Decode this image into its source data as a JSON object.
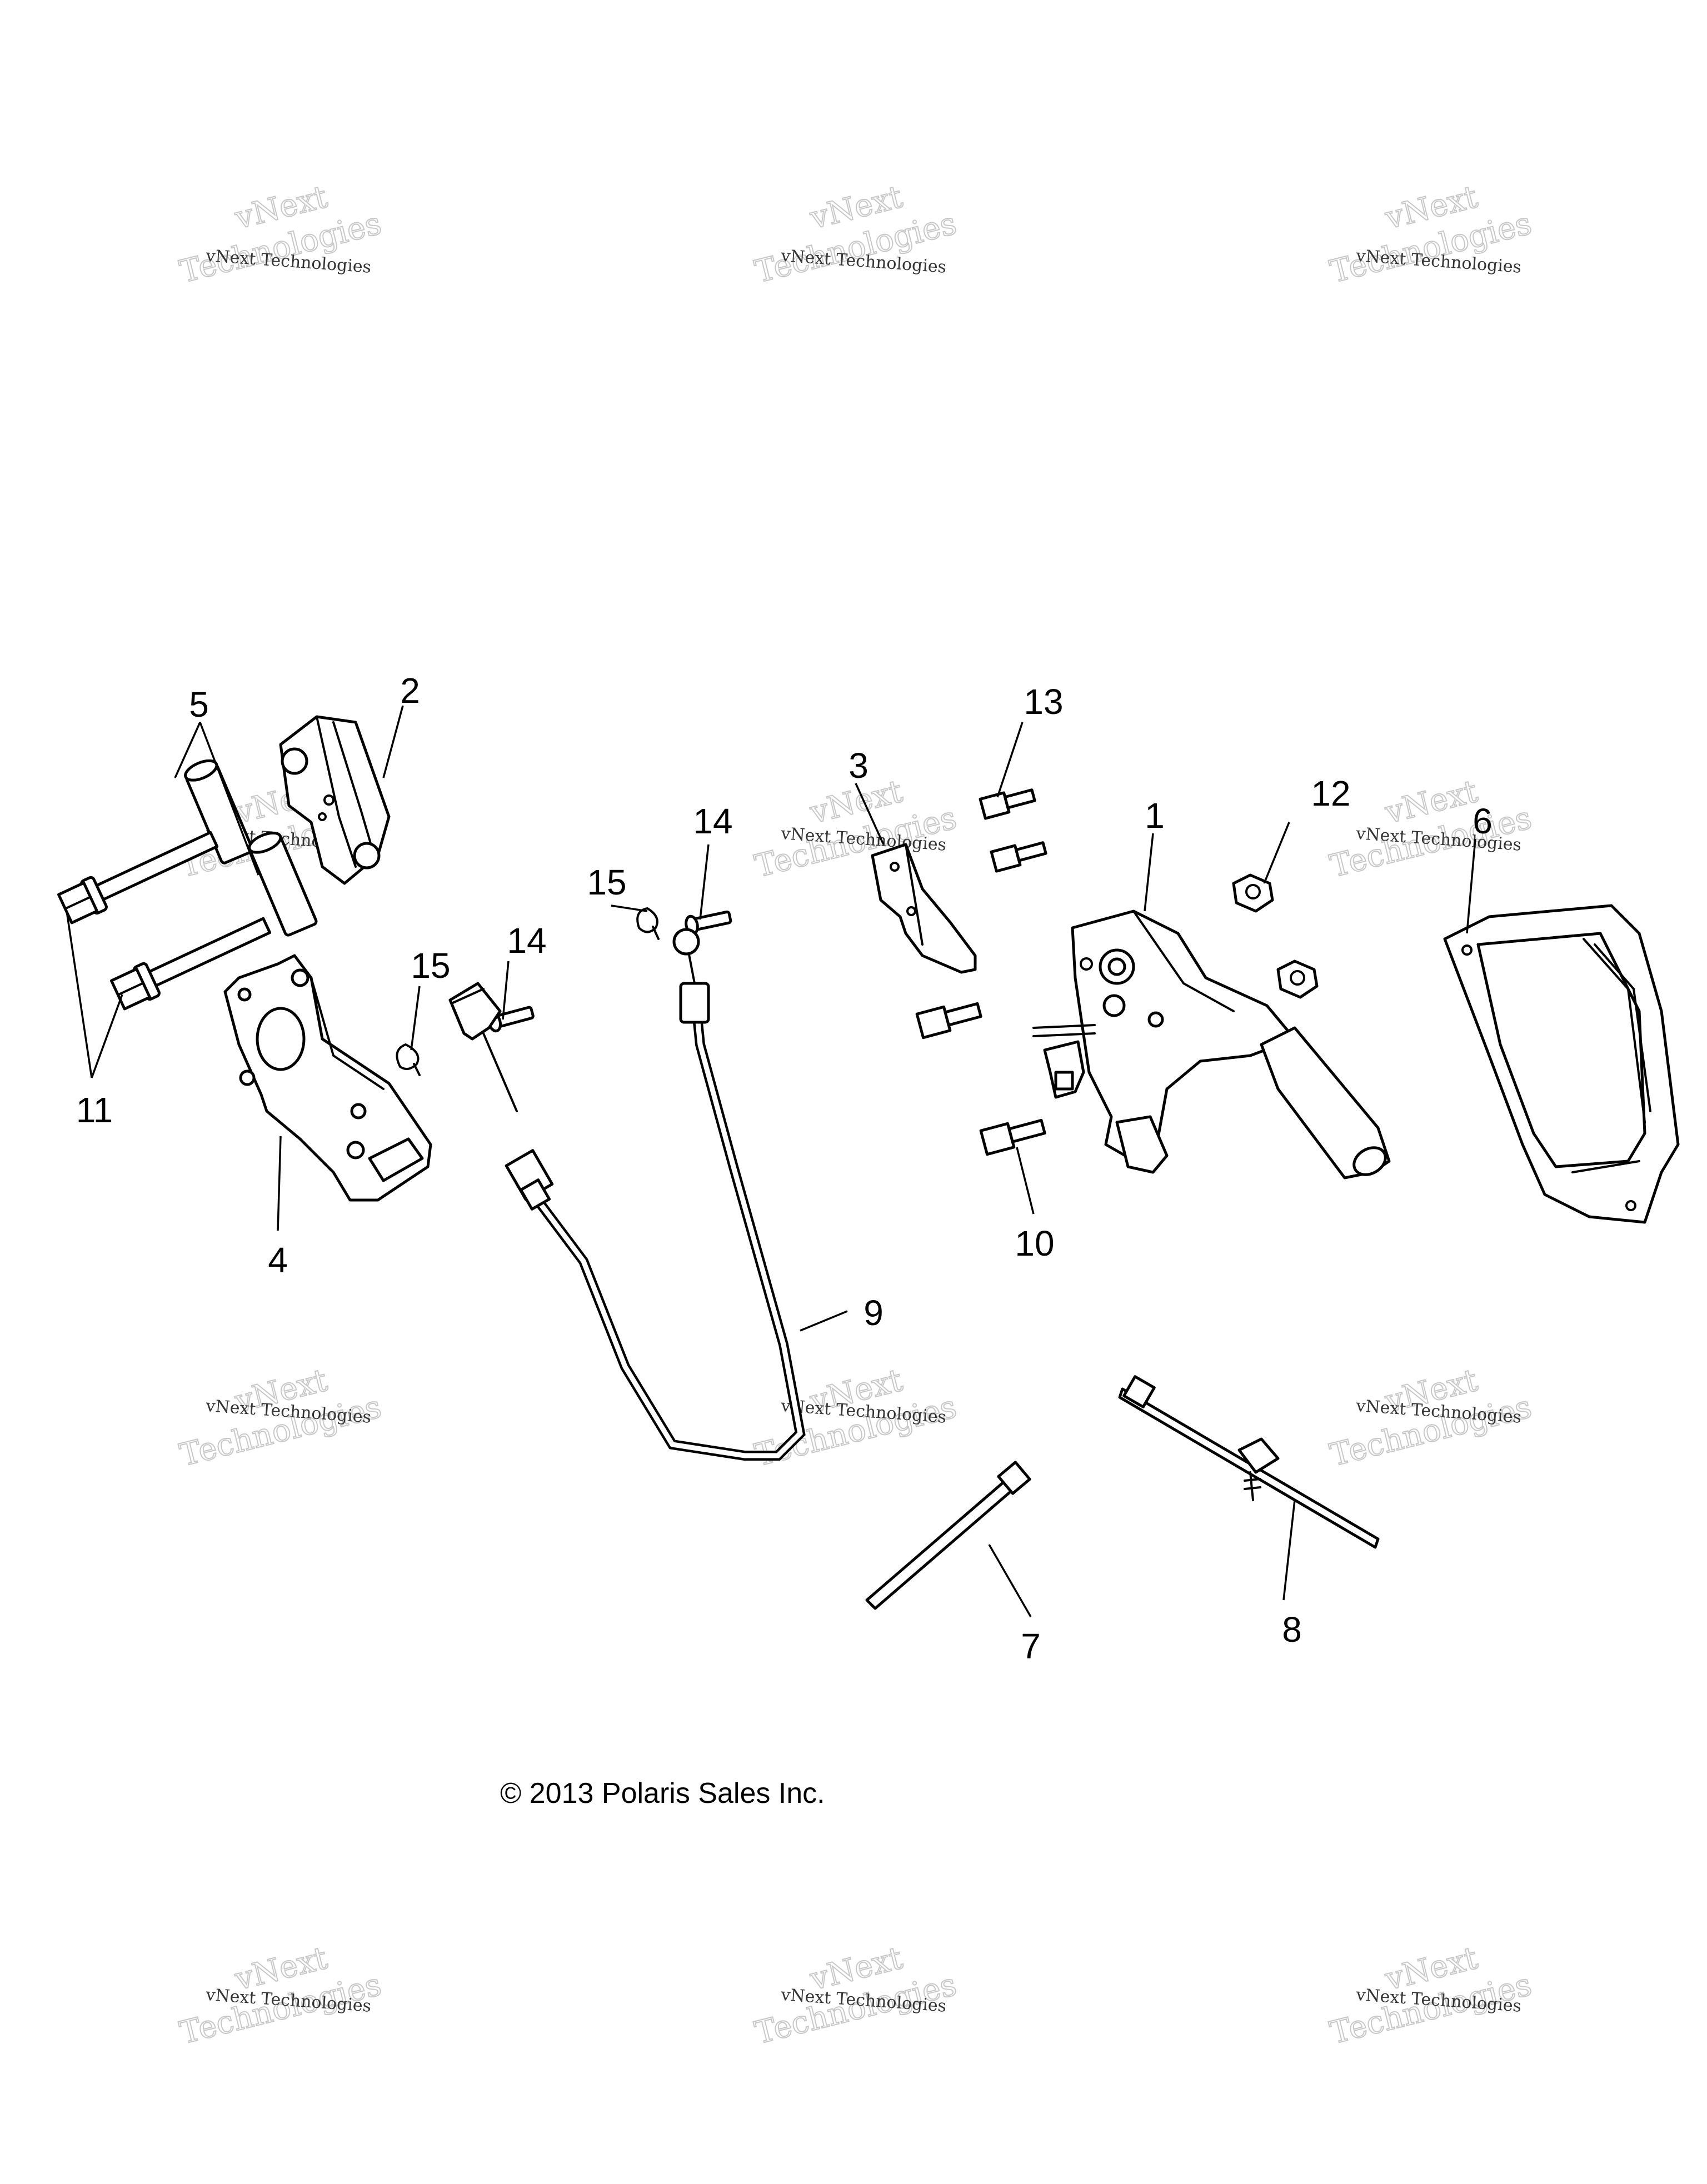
{
  "copyright": "© 2013 Polaris Sales Inc.",
  "watermark": {
    "small": "vNext Technologies",
    "large_top": "vNext",
    "large_bottom": "Technologies"
  },
  "callouts": [
    "1",
    "2",
    "3",
    "4",
    "5",
    "6",
    "7",
    "8",
    "9",
    "10",
    "11",
    "12",
    "13",
    "14",
    "14",
    "15",
    "15"
  ],
  "colors": {
    "line": "#000000",
    "background": "#ffffff",
    "watermark_outline": "#c8c8c8"
  }
}
